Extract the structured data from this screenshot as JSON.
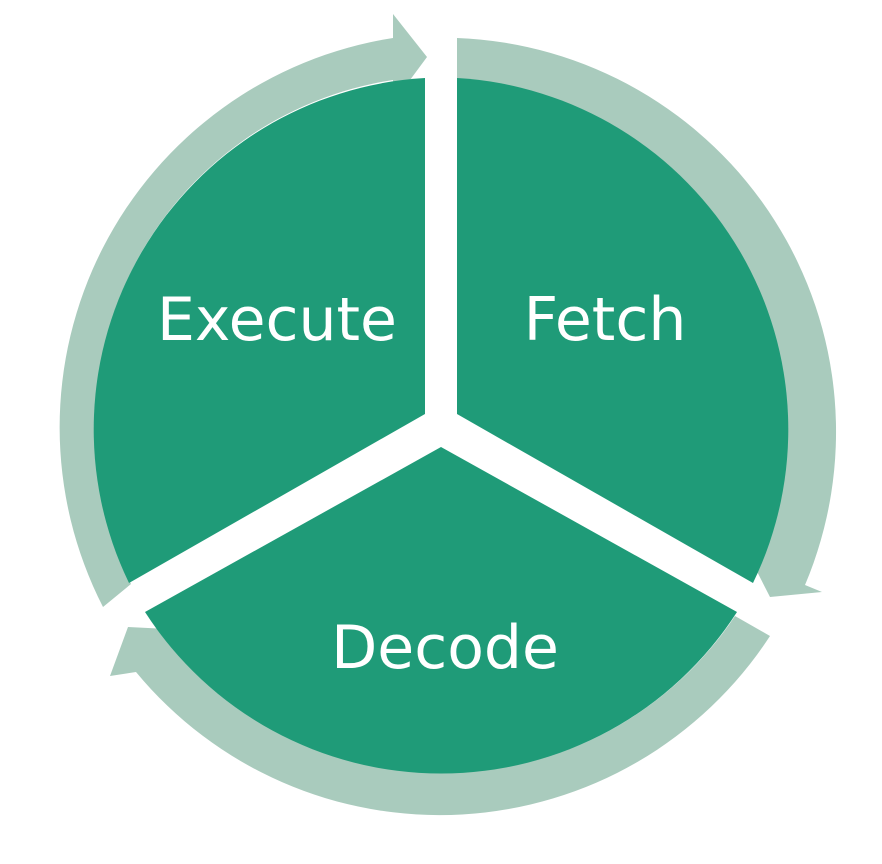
{
  "diagram": {
    "type": "cycle",
    "colors": {
      "segment": "#1f9b78",
      "arrow": "#a9cbbd",
      "background": "#ffffff",
      "text": "#ffffff"
    },
    "segments": [
      {
        "id": "fetch",
        "label": "Fetch"
      },
      {
        "id": "decode",
        "label": "Decode"
      },
      {
        "id": "execute",
        "label": "Execute"
      }
    ],
    "flow": [
      "Fetch",
      "Decode",
      "Execute",
      "Fetch"
    ],
    "direction": "clockwise"
  }
}
